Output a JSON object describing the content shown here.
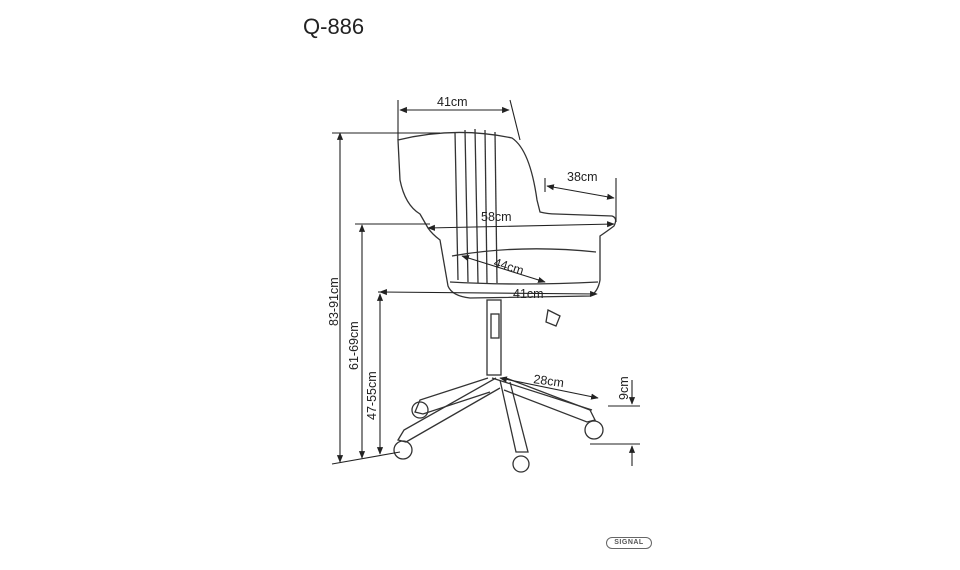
{
  "title": "Q-886",
  "dimensions": {
    "backrest_width": "41cm",
    "armrest_depth": "38cm",
    "total_width": "58cm",
    "seat_depth": "44cm",
    "seat_width": "41cm",
    "leg_length": "28cm",
    "wheel_height": "9cm",
    "total_height": "83-91cm",
    "armrest_height": "61-69cm",
    "seat_height": "47-55cm"
  },
  "brand_logo": "SIGNAL"
}
